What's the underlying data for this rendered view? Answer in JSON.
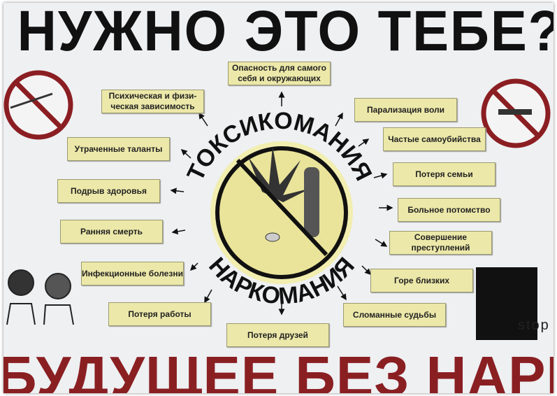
{
  "title": "НУЖНО ЭТО ТЕБЕ?",
  "bottom_text": "БУДУЩЕЕ БЕЗ НАРКОТИКОВ",
  "arc_top": "ТОКСИКОМАНИЯ",
  "arc_bottom": "НАРКОМАНИЯ",
  "stop_text": "stop",
  "boxes": [
    "Опасность для самого себя и окружающих",
    "Психическая и физи-ческая зависимость",
    "Парализация воли",
    "Частые самоубийства",
    "Утраченные таланты",
    "Потеря семьи",
    "Подрыв здоровья",
    "Больное потомство",
    "Ранняя смерть",
    "Совершение преступлений",
    "Инфекционные болезни",
    "Горе близких",
    "Потеря работы",
    "Сломанные судьбы",
    "Потеря друзей"
  ],
  "colors": {
    "box": "#ece8a9",
    "bottom": "#8a1f22",
    "prohibit": "#8b1e22"
  }
}
